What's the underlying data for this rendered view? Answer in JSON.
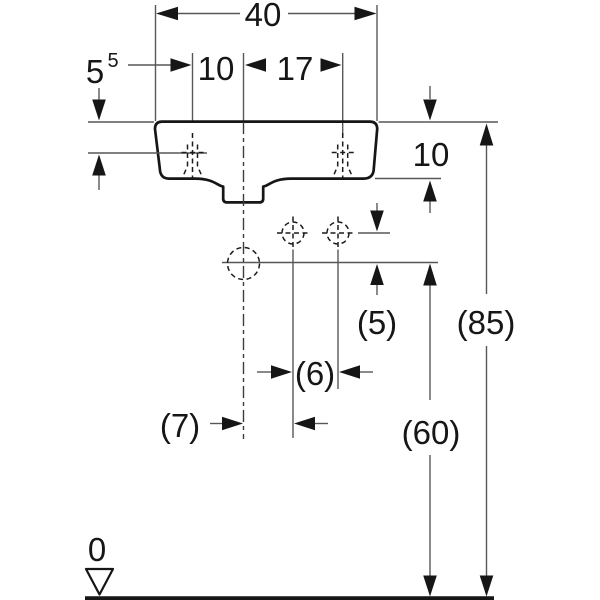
{
  "drawing": {
    "type": "technical-dimension-drawing",
    "subject": "wall-hung washbasin, front elevation with installation dimensions (cm)",
    "background": "#ffffff",
    "dimension_line_color": "#575757",
    "object_line_color": "#161616",
    "dims": {
      "total_width": "40",
      "tap_hole_offset": "10",
      "tap_hole_spacing": "17",
      "rim_drop_main": "5",
      "rim_drop_sup": "5",
      "front_height": "10",
      "fixing_below_rim": "(5)",
      "rim_height": "(85)",
      "fixing_spacing": "(6)",
      "drain_offset": "(7)",
      "trap_outlet_height": "(60)",
      "floor_datum": "0"
    }
  }
}
